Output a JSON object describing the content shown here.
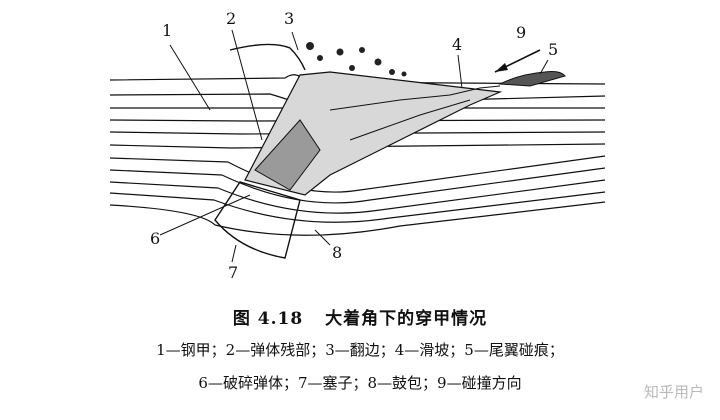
{
  "figure": {
    "callouts": [
      "1",
      "2",
      "3",
      "4",
      "5",
      "6",
      "7",
      "8",
      "9"
    ]
  },
  "caption": {
    "figure_number": "图 4.18",
    "title": "大着角下的穿甲情况",
    "legend_line1": "1—钢甲；2—弹体残部；3—翻边；4—滑坡；5—尾翼碰痕；",
    "legend_line2": "6—破碎弹体；7—塞子；8—鼓包；9—碰撞方向"
  },
  "watermark": "知乎用户"
}
